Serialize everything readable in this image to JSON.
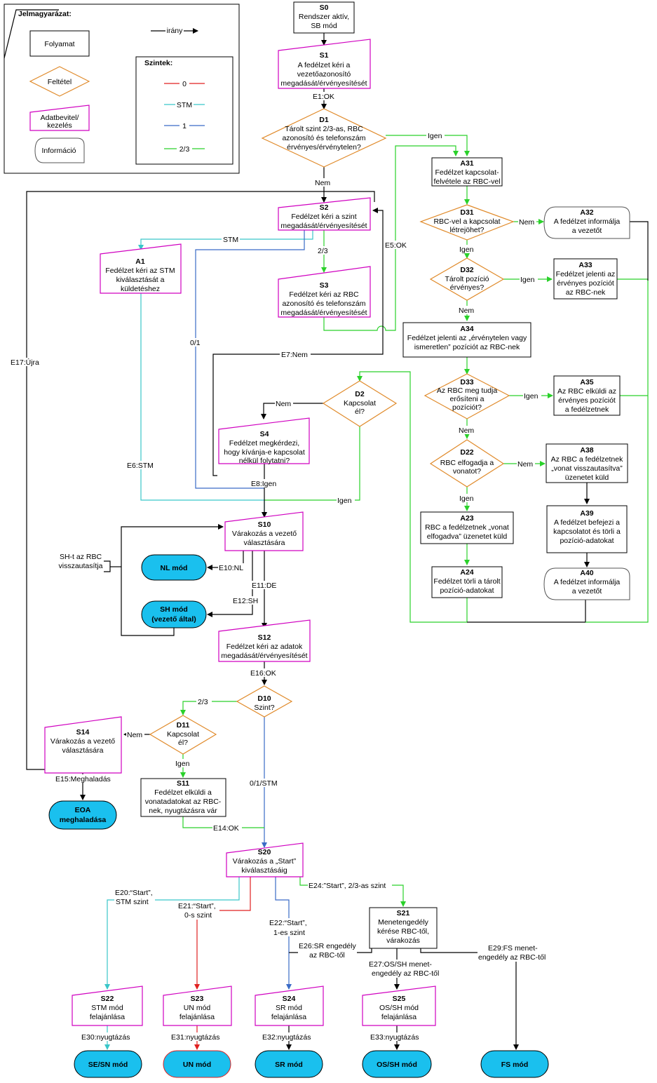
{
  "legend": {
    "title": "Jelmagyarázat:",
    "process": "Folyamat",
    "condition": "Feltétel",
    "input": [
      "Adatbevitel/",
      "kezelés"
    ],
    "information": "Információ",
    "direction": "irány",
    "levels_title": "Szintek:",
    "levels": [
      {
        "label": "0",
        "color": "#e02020"
      },
      {
        "label": "STM",
        "color": "#39c6c9"
      },
      {
        "label": "1",
        "color": "#3a6bc6"
      },
      {
        "label": "2/3",
        "color": "#2ad12a"
      }
    ]
  },
  "nodes": {
    "S0": {
      "id": "S0",
      "lines": [
        "Rendszer aktív,",
        "SB mód"
      ]
    },
    "S1": {
      "id": "S1",
      "lines": [
        "A fedélzet kéri a",
        "vezetőazonosító",
        "megadását/érvényesítését"
      ]
    },
    "D1": {
      "id": "D1",
      "lines": [
        "Tárolt szint 2/3-as, RBC",
        "azonosító és telefonszám",
        "érvényes/érvénytelen?"
      ]
    },
    "A31": {
      "id": "A31",
      "lines": [
        "Fedélzet kapcsolat-",
        "felvétele az RBC-vel"
      ]
    },
    "S2": {
      "id": "S2",
      "lines": [
        "Fedélzet kéri a szint",
        "megadását/érvényesítését"
      ]
    },
    "D31": {
      "id": "D31",
      "lines": [
        "RBC-vel a kapcsolat",
        "létrejöhet?"
      ]
    },
    "A32": {
      "id": "A32",
      "lines": [
        "A fedélzet informálja",
        "a vezetőt"
      ]
    },
    "A1": {
      "id": "A1",
      "lines": [
        "Fedélzet kéri az STM",
        "kiválasztását a",
        "küldetéshez"
      ]
    },
    "S3": {
      "id": "S3",
      "lines": [
        "Fedélzet kéri az RBC",
        "azonosító és telefonszám",
        "megadását/érvényesítését"
      ]
    },
    "D32": {
      "id": "D32",
      "lines": [
        "Tárolt pozíció",
        "érvényes?"
      ]
    },
    "A33": {
      "id": "A33",
      "lines": [
        "Fedélzet jelenti az",
        "érvényes pozíciót",
        "az RBC-nek"
      ]
    },
    "A34": {
      "id": "A34",
      "lines": [
        "Fedélzet jelenti az „érvénytelen vagy",
        "ismeretlen” pozíciót az RBC-nek"
      ]
    },
    "D33": {
      "id": "D33",
      "lines": [
        "Az RBC meg tudja",
        "erősíteni a",
        "pozíciót?"
      ]
    },
    "A35": {
      "id": "A35",
      "lines": [
        "Az RBC elküldi az",
        "érvényes pozíciót",
        "a fedélzetnek"
      ]
    },
    "D2": {
      "id": "D2",
      "lines": [
        "Kapcsolat",
        "él?"
      ]
    },
    "S4": {
      "id": "S4",
      "lines": [
        "Fedélzet megkérdezi,",
        "hogy kívánja-e kapcsolat",
        "nélkül folytatni?"
      ]
    },
    "D22": {
      "id": "D22",
      "lines": [
        "RBC elfogadja a",
        "vonatot?"
      ]
    },
    "A38": {
      "id": "A38",
      "lines": [
        "Az RBC a fedélzetnek",
        "„vonat visszautasítva”",
        "üzenetet küld"
      ]
    },
    "S10": {
      "id": "S10",
      "lines": [
        "Várakozás a vezető",
        "választására"
      ]
    },
    "A23": {
      "id": "A23",
      "lines": [
        "RBC a fedélzetnek „vonat",
        "elfogadva” üzenetet küld"
      ]
    },
    "A39": {
      "id": "A39",
      "lines": [
        "A fedélzet befejezi a",
        "kapcsolatot és törli a",
        "pozíció-adatokat"
      ]
    },
    "A24": {
      "id": "A24",
      "lines": [
        "Fedélzet törli a tárolt",
        "pozíció-adatokat"
      ]
    },
    "A40": {
      "id": "A40",
      "lines": [
        "A fedélzet informálja",
        "a vezetőt"
      ]
    },
    "S12": {
      "id": "S12",
      "lines": [
        "Fedélzet kéri az adatok",
        "megadását/érvényesítését"
      ]
    },
    "D10": {
      "id": "D10",
      "lines": [
        "Szint?"
      ]
    },
    "D11": {
      "id": "D11",
      "lines": [
        "Kapcsolat",
        "él?"
      ]
    },
    "S14": {
      "id": "S14",
      "lines": [
        "Várakozás a vezető",
        "választására"
      ]
    },
    "S11": {
      "id": "S11",
      "lines": [
        "Fedélzet elküldi a",
        "vonatadatokat az RBC-",
        "nek, nyugtázásra vár"
      ]
    },
    "S20": {
      "id": "S20",
      "lines": [
        "Várakozás a „Start”",
        "kiválasztásáig"
      ]
    },
    "S21": {
      "id": "S21",
      "lines": [
        "Menetengedély",
        "kérése RBC-től,",
        "várakozás"
      ]
    },
    "S22": {
      "id": "S22",
      "lines": [
        "STM mód",
        "felajánlása"
      ]
    },
    "S23": {
      "id": "S23",
      "lines": [
        "UN mód",
        "felajánlása"
      ]
    },
    "S24": {
      "id": "S24",
      "lines": [
        "SR mód",
        "felajánlása"
      ]
    },
    "S25": {
      "id": "S25",
      "lines": [
        "OS/SH mód",
        "felajánlása"
      ]
    }
  },
  "terminals": {
    "nl": [
      "NL mód"
    ],
    "sh": [
      "SH mód",
      "(vezető által)"
    ],
    "eoa": [
      "EOA",
      "meghaladása"
    ],
    "sesn": [
      "SE/SN mód"
    ],
    "un": [
      "UN mód"
    ],
    "sr": [
      "SR mód"
    ],
    "ossh": [
      "OS/SH mód"
    ],
    "fs": [
      "FS mód"
    ]
  },
  "edges": {
    "e1": {
      "b": "E1",
      "t": ":OK"
    },
    "e5": {
      "b": "E5",
      "t": ":OK"
    },
    "e7": {
      "b": "E7",
      "t": ":Nem"
    },
    "e6": {
      "b": "E6",
      "t": ":STM"
    },
    "e8": {
      "b": "E8",
      "t": ":Igen"
    },
    "e10": {
      "b": "E10",
      "t": ":NL"
    },
    "e11": {
      "b": "E11",
      "t": ":DE"
    },
    "e12": {
      "b": "E12",
      "t": ":SH"
    },
    "e16": {
      "b": "E16",
      "t": ":OK"
    },
    "e17": {
      "b": "E17",
      "t": ":Újra"
    },
    "e15": {
      "b": "E15",
      "t": ":Meghaladás"
    },
    "e14": {
      "b": "E14",
      "t": ":OK"
    },
    "e20": {
      "b": "E20",
      "t": ":“Start”,",
      "t2": "STM szint"
    },
    "e21": {
      "b": "E21",
      "t": ":“Start”,",
      "t2": "0-s szint"
    },
    "e22": {
      "b": "E22",
      "t": ":“Start”,",
      "t2": "1-es szint"
    },
    "e24": {
      "b": "E24",
      "t": ":”Start”, 2/3-as szint"
    },
    "e26": {
      "b": "E26",
      "t": ":SR engedély",
      "t2": "az RBC-től"
    },
    "e27": {
      "b": "E27",
      "t": ":OS/SH menet-",
      "t2": "engedély az RBC-től"
    },
    "e29": {
      "b": "E29",
      "t": ":FS menet-",
      "t2": "engedély az RBC-től"
    },
    "e30": {
      "b": "E30",
      "t": ":nyugtázás"
    },
    "e31": {
      "b": "E31",
      "t": ":nyugtázás"
    },
    "e32": {
      "b": "E32",
      "t": ":nyugtázás"
    },
    "e33": {
      "b": "E33",
      "t": ":nyugtázás"
    }
  },
  "labels": {
    "igen": "Igen",
    "nem": "Nem",
    "stm": "STM",
    "l23": "2/3",
    "l01": "0/1",
    "l01stm": "0/1/STM",
    "sh_refused": [
      "SH-t az RBC",
      "visszautasítja"
    ]
  }
}
